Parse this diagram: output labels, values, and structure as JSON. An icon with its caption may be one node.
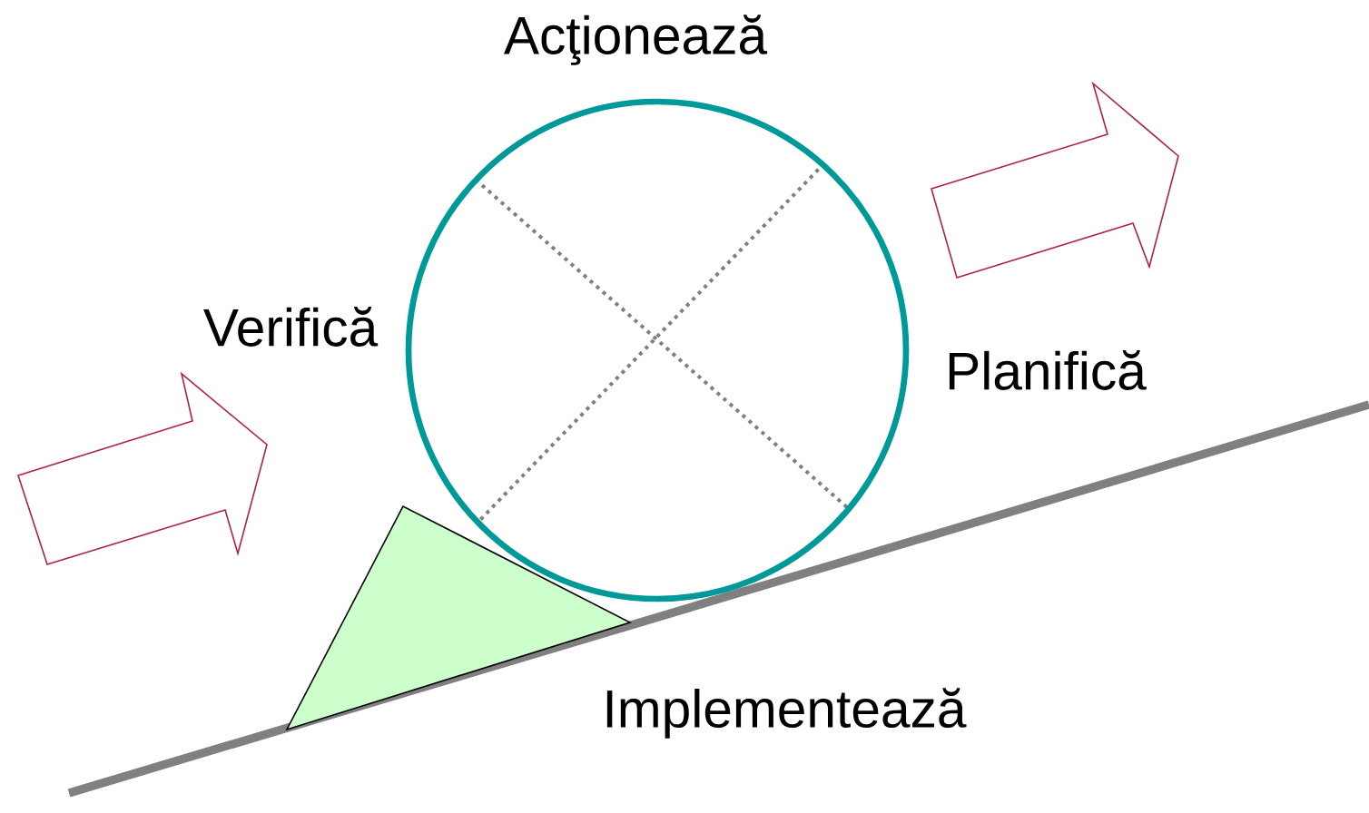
{
  "diagram": {
    "labels": [
      "Acţionează",
      "Verifică",
      "Planifică",
      "Implementează"
    ]
  }
}
